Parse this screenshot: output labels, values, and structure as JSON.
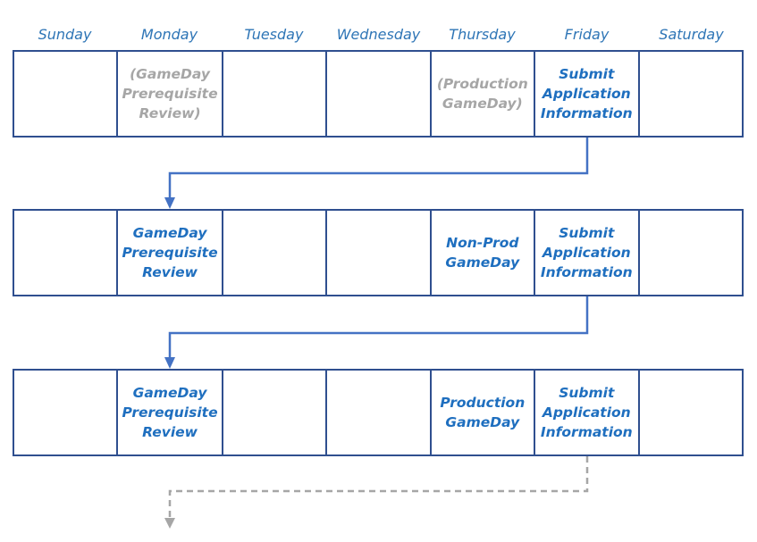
{
  "days": [
    "Sunday",
    "Monday",
    "Tuesday",
    "Wednesday",
    "Thursday",
    "Friday",
    "Saturday"
  ],
  "weeks": [
    {
      "cells": [
        {
          "text": "",
          "style": "empty"
        },
        {
          "text": "(GameDay\nPrerequisite\nReview)",
          "style": "muted"
        },
        {
          "text": "",
          "style": "empty"
        },
        {
          "text": "",
          "style": "empty"
        },
        {
          "text": "(Production\nGameDay)",
          "style": "muted"
        },
        {
          "text": "Submit\nApplication\nInformation",
          "style": "active"
        },
        {
          "text": "",
          "style": "empty"
        }
      ]
    },
    {
      "cells": [
        {
          "text": "",
          "style": "empty"
        },
        {
          "text": "GameDay\nPrerequisite\nReview",
          "style": "active"
        },
        {
          "text": "",
          "style": "empty"
        },
        {
          "text": "",
          "style": "empty"
        },
        {
          "text": "Non-Prod\nGameDay",
          "style": "active"
        },
        {
          "text": "Submit\nApplication\nInformation",
          "style": "active"
        },
        {
          "text": "",
          "style": "empty"
        }
      ]
    },
    {
      "cells": [
        {
          "text": "",
          "style": "empty"
        },
        {
          "text": "GameDay\nPrerequisite\nReview",
          "style": "active"
        },
        {
          "text": "",
          "style": "empty"
        },
        {
          "text": "",
          "style": "empty"
        },
        {
          "text": "Production\nGameDay",
          "style": "active"
        },
        {
          "text": "Submit\nApplication\nInformation",
          "style": "active"
        },
        {
          "text": "",
          "style": "empty"
        }
      ]
    }
  ],
  "colors": {
    "header_text": "#2e75b6",
    "active_text": "#1f6fbf",
    "muted_text": "#a6a6a6",
    "border": "#2f4f8f",
    "connector": "#4472c4",
    "connector_dashed": "#a6a6a6"
  },
  "connectors": [
    {
      "from": "week-1-friday",
      "to": "week-2-monday",
      "style": "solid"
    },
    {
      "from": "week-2-friday",
      "to": "week-3-monday",
      "style": "solid"
    },
    {
      "from": "week-3-friday",
      "to": "next-week-monday",
      "style": "dashed"
    }
  ]
}
